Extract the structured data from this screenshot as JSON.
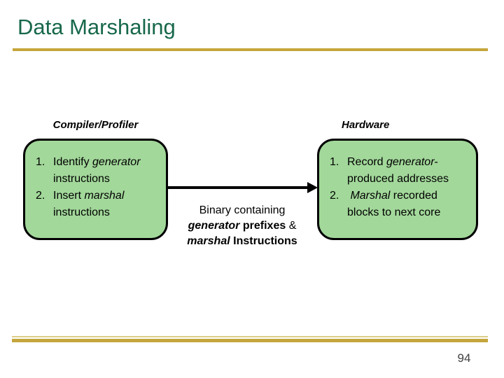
{
  "slide": {
    "title": "Data Marshaling",
    "page_number": "94"
  },
  "labels": {
    "compiler": "Compiler/Profiler",
    "hardware": "Hardware"
  },
  "compiler_box": {
    "item1": {
      "num": "1.",
      "pre": "Identify ",
      "em": "generator",
      "line2": "instructions"
    },
    "item2": {
      "num": "2.",
      "pre": "Insert ",
      "em": "marshal",
      "line2": "instructions"
    }
  },
  "hardware_box": {
    "item1": {
      "num": "1.",
      "pre": "Record ",
      "em": "generator-",
      "line2": "produced addresses"
    },
    "item2": {
      "num": "2.",
      "pre": " ",
      "em": "Marshal",
      "post": " recorded",
      "line2": "blocks to next core"
    }
  },
  "arrow_caption": {
    "line1": "Binary containing",
    "line2": {
      "em": "generator",
      "bold": " prefixes ",
      "rest": "&"
    },
    "line3": {
      "em": "marshal",
      "bold": " Instructions"
    }
  },
  "colors": {
    "title_green": "#17684A",
    "accent_gold": "#C5A63C",
    "accent_gold_light": "#DBCD86",
    "box_fill_green": "#A2D89A",
    "box_border": "#000000"
  }
}
